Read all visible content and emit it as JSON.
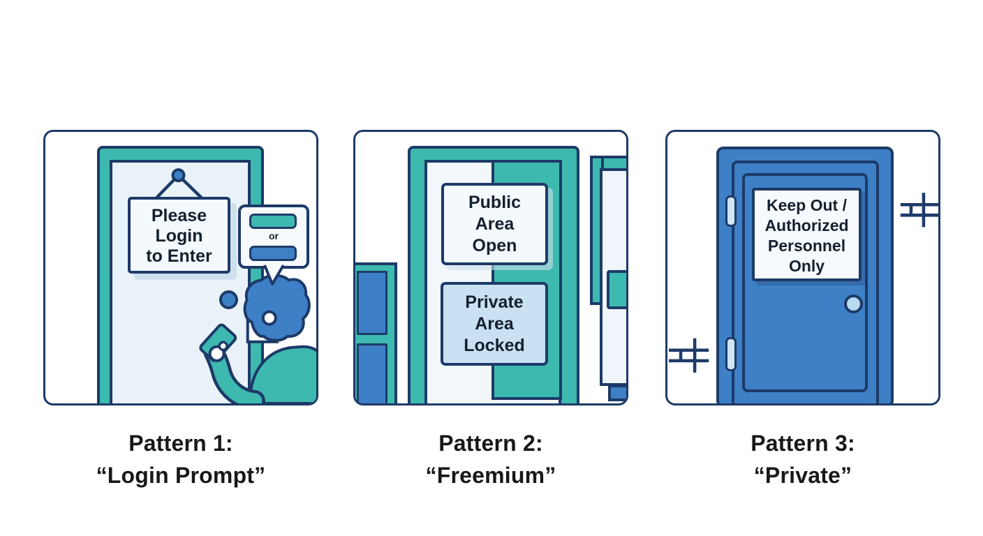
{
  "colors": {
    "teal": "#3EB9AF",
    "blue": "#3D80C6",
    "navy": "#1D3A68",
    "ink": "#17181A",
    "door_fill": "#EAF2F9",
    "sign_white": "#F4F9FD",
    "sign_lightblue": "#C9E1F3",
    "knob_lightblue": "#B9D9EF",
    "hinge_lightblue": "#CFE6F5",
    "bubble_fill": "#F6FAFD",
    "shadow_blue": "#CFE0ED"
  },
  "panels": [
    {
      "caption": "Pattern 1:\n“Login Prompt”",
      "door_sign": "Please\nLogin\nto Enter",
      "speech_bubble": {
        "separator_label": "or"
      }
    },
    {
      "caption": "Pattern 2:\n“Freemium”",
      "public_sign": "Public\nArea\nOpen",
      "private_sign": "Private\nArea\nLocked"
    },
    {
      "caption": "Pattern 3:\n“Private”",
      "door_sign": "Keep Out /\nAuthorized\nPersonnel\nOnly"
    }
  ]
}
